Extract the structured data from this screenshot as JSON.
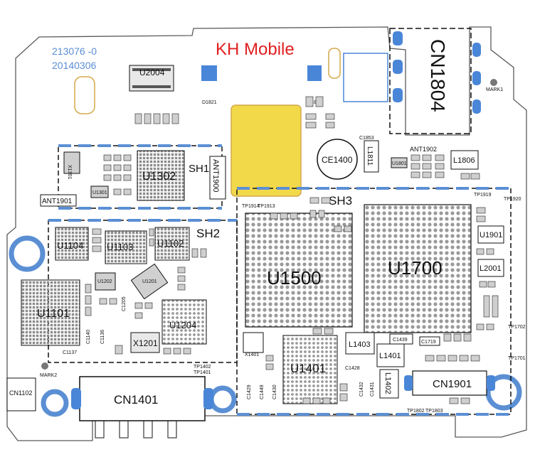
{
  "brand": {
    "text": "KH Mobile",
    "color": "#e02020"
  },
  "board_info": {
    "line1": "213076 -0",
    "line2": "20140306",
    "color": "#5b8fd4"
  },
  "colors": {
    "shield_dash": "#5b8fd4",
    "outline": "#111111",
    "pad": "#4a86d8",
    "chip_fill": "#9e9e9e",
    "gold_pad": "#d4a94a",
    "yellow_pad": "#f2d94a"
  },
  "shields": {
    "sh1": "SH1",
    "sh2": "SH2",
    "sh3": "SH3"
  },
  "labels": {
    "u2004": "U2004",
    "u1302": "U1302",
    "x1301": "X1301",
    "u1301": "U1301",
    "ant1900": "ANT1900",
    "ant1901": "ANT1901",
    "ant1902": "ANT1902",
    "u1104": "U1104",
    "u1103": "U1103",
    "u1102": "U1102",
    "u1101": "U1101",
    "u1202": "U1202",
    "u1201": "U1201",
    "u1204": "U1204",
    "x1201": "X1201",
    "c1137": "C1137",
    "c1140": "C1140",
    "c1136": "C1136",
    "c1205": "C1205",
    "u1500": "U1500",
    "u1700": "U1700",
    "u1401": "U1401",
    "ce1400": "CE1400",
    "cn1804": "CN1804",
    "cn1401": "CN1401",
    "cn1901": "CN1901",
    "cn1102": "CN1102",
    "l1811": "L1811",
    "l1806": "L1806",
    "c1853": "C1853",
    "u1801": "U1801",
    "u1901": "U1901",
    "l2001": "L2001",
    "l1403": "L1403",
    "l1401": "L1401",
    "l1402": "L1402",
    "c1439": "C1439",
    "c1719": "C1719",
    "x1401": "X1401",
    "mark1": "MARK1",
    "mark2": "MARK2",
    "c1428": "C1428",
    "c1432": "C1432",
    "c1431": "C1431",
    "c1429": "C1429",
    "c1449": "C1449",
    "c1430": "C1430",
    "tp1914": "TP1914",
    "tp1913": "TP1913",
    "tp1919": "TP1919",
    "tp1920": "TP1920",
    "tp1702": "TP1702",
    "tp1701": "TP1701",
    "tp1402": "TP1402",
    "tp1401": "TP1401",
    "tp1802": "TP1802",
    "tp1803": "TP1803",
    "d1821": "D1821",
    "d1822": "D1822"
  }
}
